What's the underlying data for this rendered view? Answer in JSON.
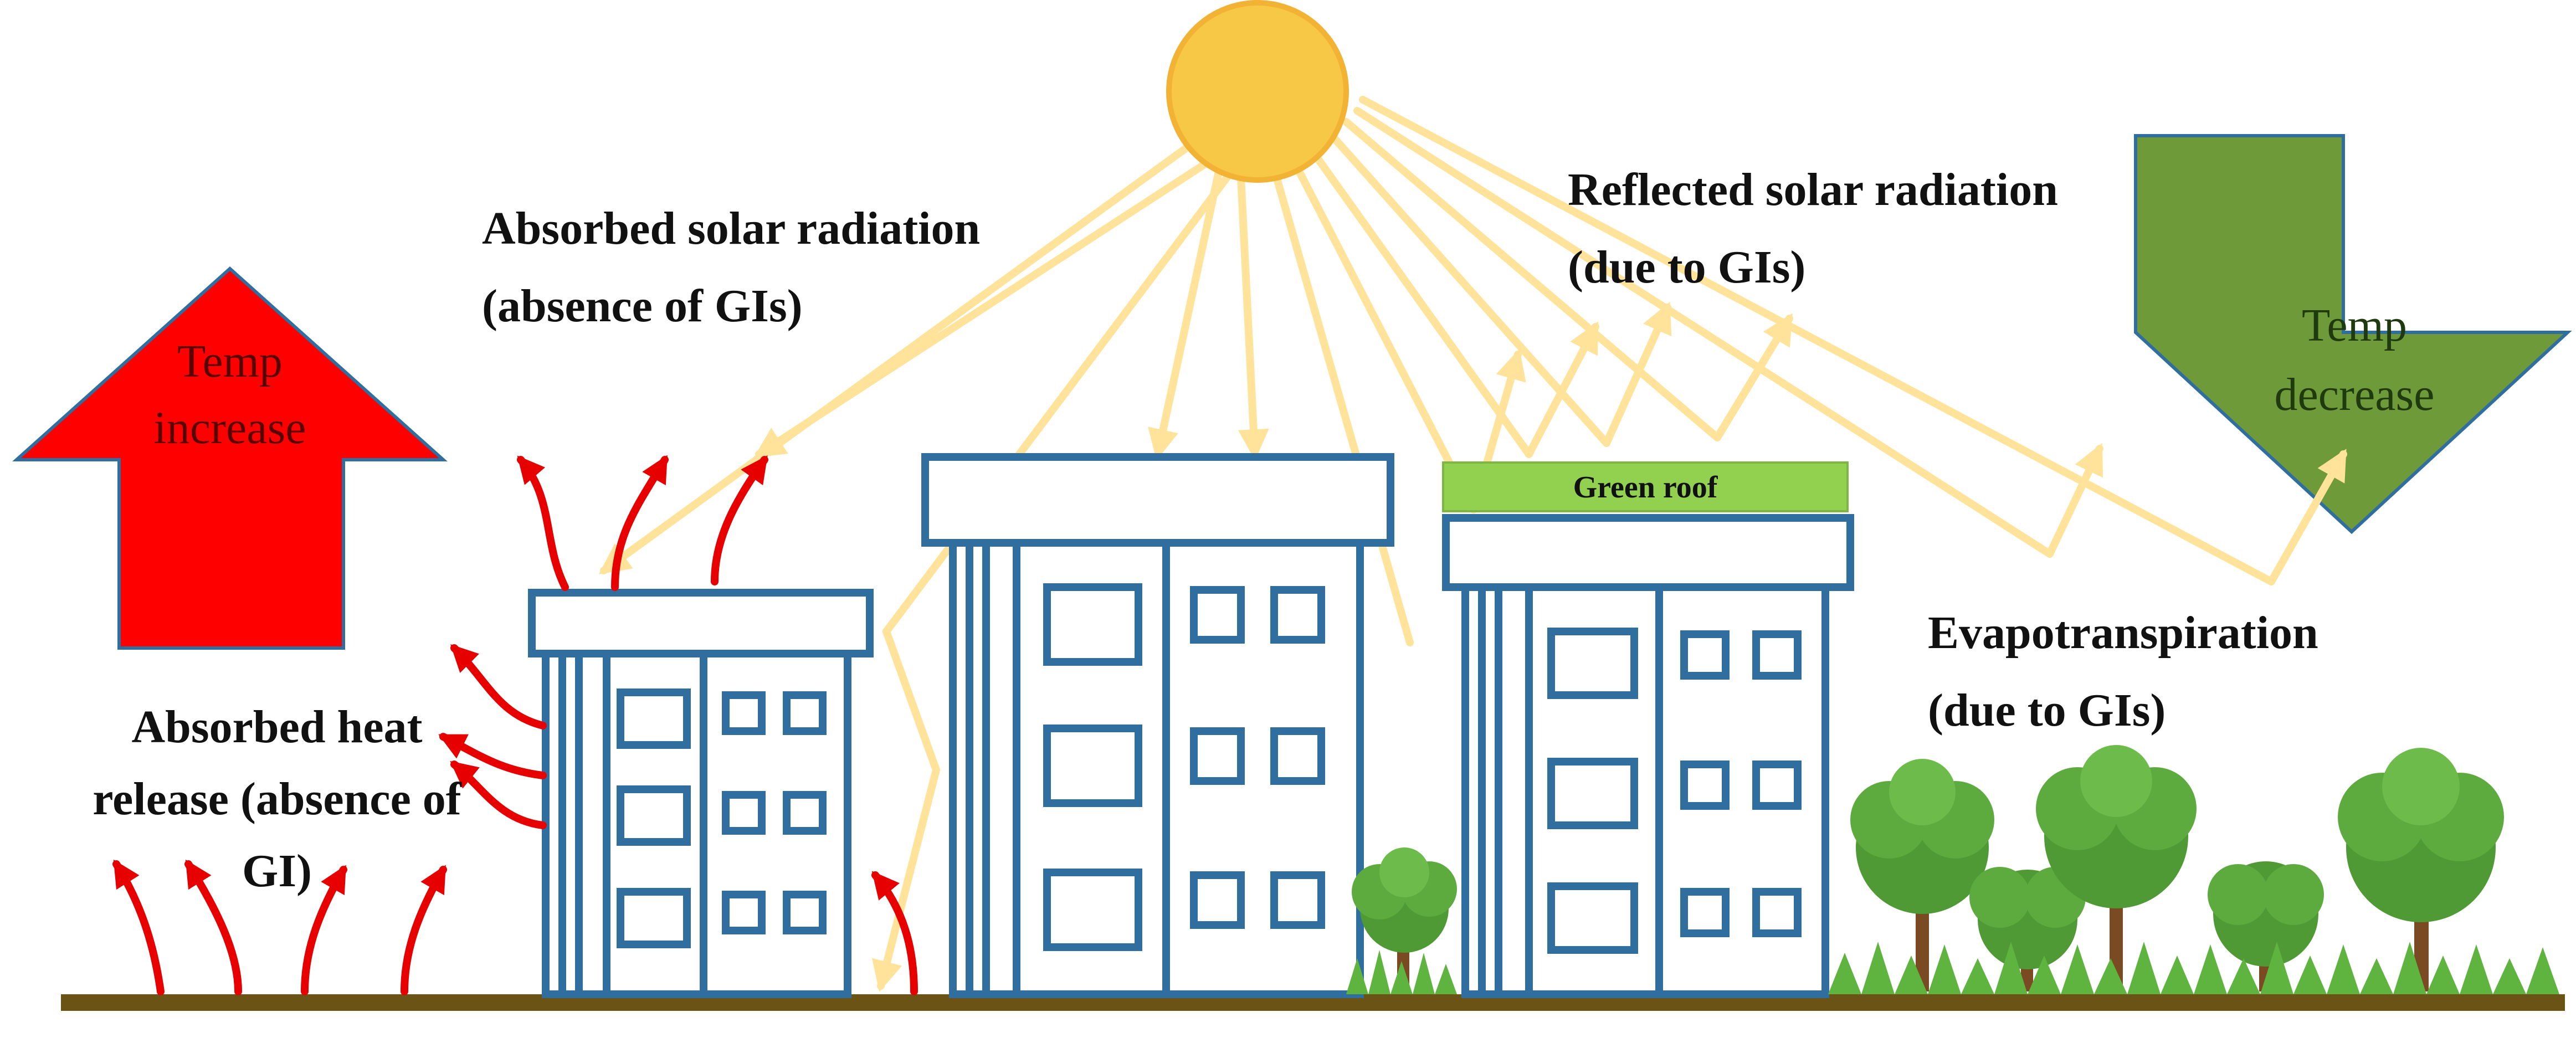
{
  "labels": {
    "absorbed_solar_line1": "Absorbed solar radiation",
    "absorbed_solar_line2": "(absence of GIs)",
    "reflected_solar_line1": "Reflected solar radiation",
    "reflected_solar_line2": "(due to GIs)",
    "evapotranspiration_line1": "Evapotranspiration",
    "evapotranspiration_line2": "(due to GIs)",
    "heat_release_line1": "Absorbed heat",
    "heat_release_line2": "release (absence of",
    "heat_release_line3": "GI)",
    "green_roof": "Green roof"
  },
  "temp_increase": {
    "line1": "Temp",
    "line2": "increase"
  },
  "temp_decrease": {
    "line1": "Temp",
    "line2": "decrease"
  },
  "colors": {
    "temp_increase_arrow": "#ff0000",
    "temp_decrease_arrow": "#6f9a3a",
    "building_outline": "#2f6e9e",
    "green_roof": "#92d050",
    "sun": "#f7c746",
    "sun_rays": "#ffe39a",
    "heat_arrows": "#e60000",
    "ground": "#6b5316",
    "tree_foliage": "#4f9a35",
    "tree_trunk": "#7a4b22"
  },
  "icons": [
    "sun-icon",
    "tree-icon",
    "grass-icon",
    "heat-arrow-icon"
  ]
}
